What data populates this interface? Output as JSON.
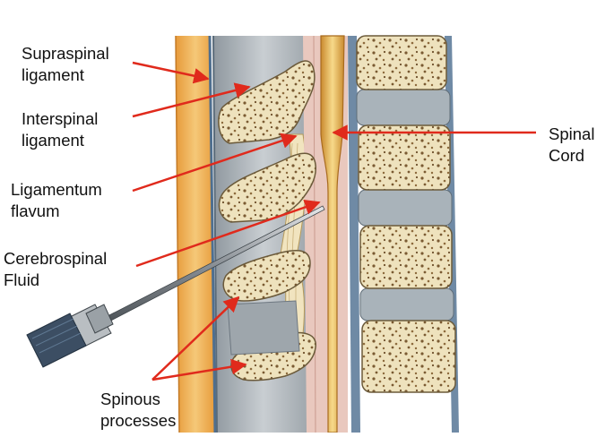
{
  "labels": {
    "supraspinal": [
      "Supraspinal",
      "ligament"
    ],
    "interspinal": [
      "Interspinal",
      "ligament"
    ],
    "flavum": [
      "Ligamentum",
      "flavum"
    ],
    "csf": [
      "Cerebrospinal",
      "Fluid"
    ],
    "spinous": [
      "Spinous",
      "processes"
    ],
    "cord": [
      "Spinal",
      "Cord"
    ]
  },
  "colors": {
    "arrow": "#e02a1c",
    "bone_fill": "#eee2bd",
    "bone_outline": "#6b5a3a",
    "disc": "#a9b3ba",
    "fat": "#f0b35c",
    "cord": "#f0c56e",
    "dura_space": "#e8c7bd",
    "ligament_grey": "#b7bcc0"
  },
  "icons": [
    "needle-icon",
    "syringe-hub-icon"
  ]
}
